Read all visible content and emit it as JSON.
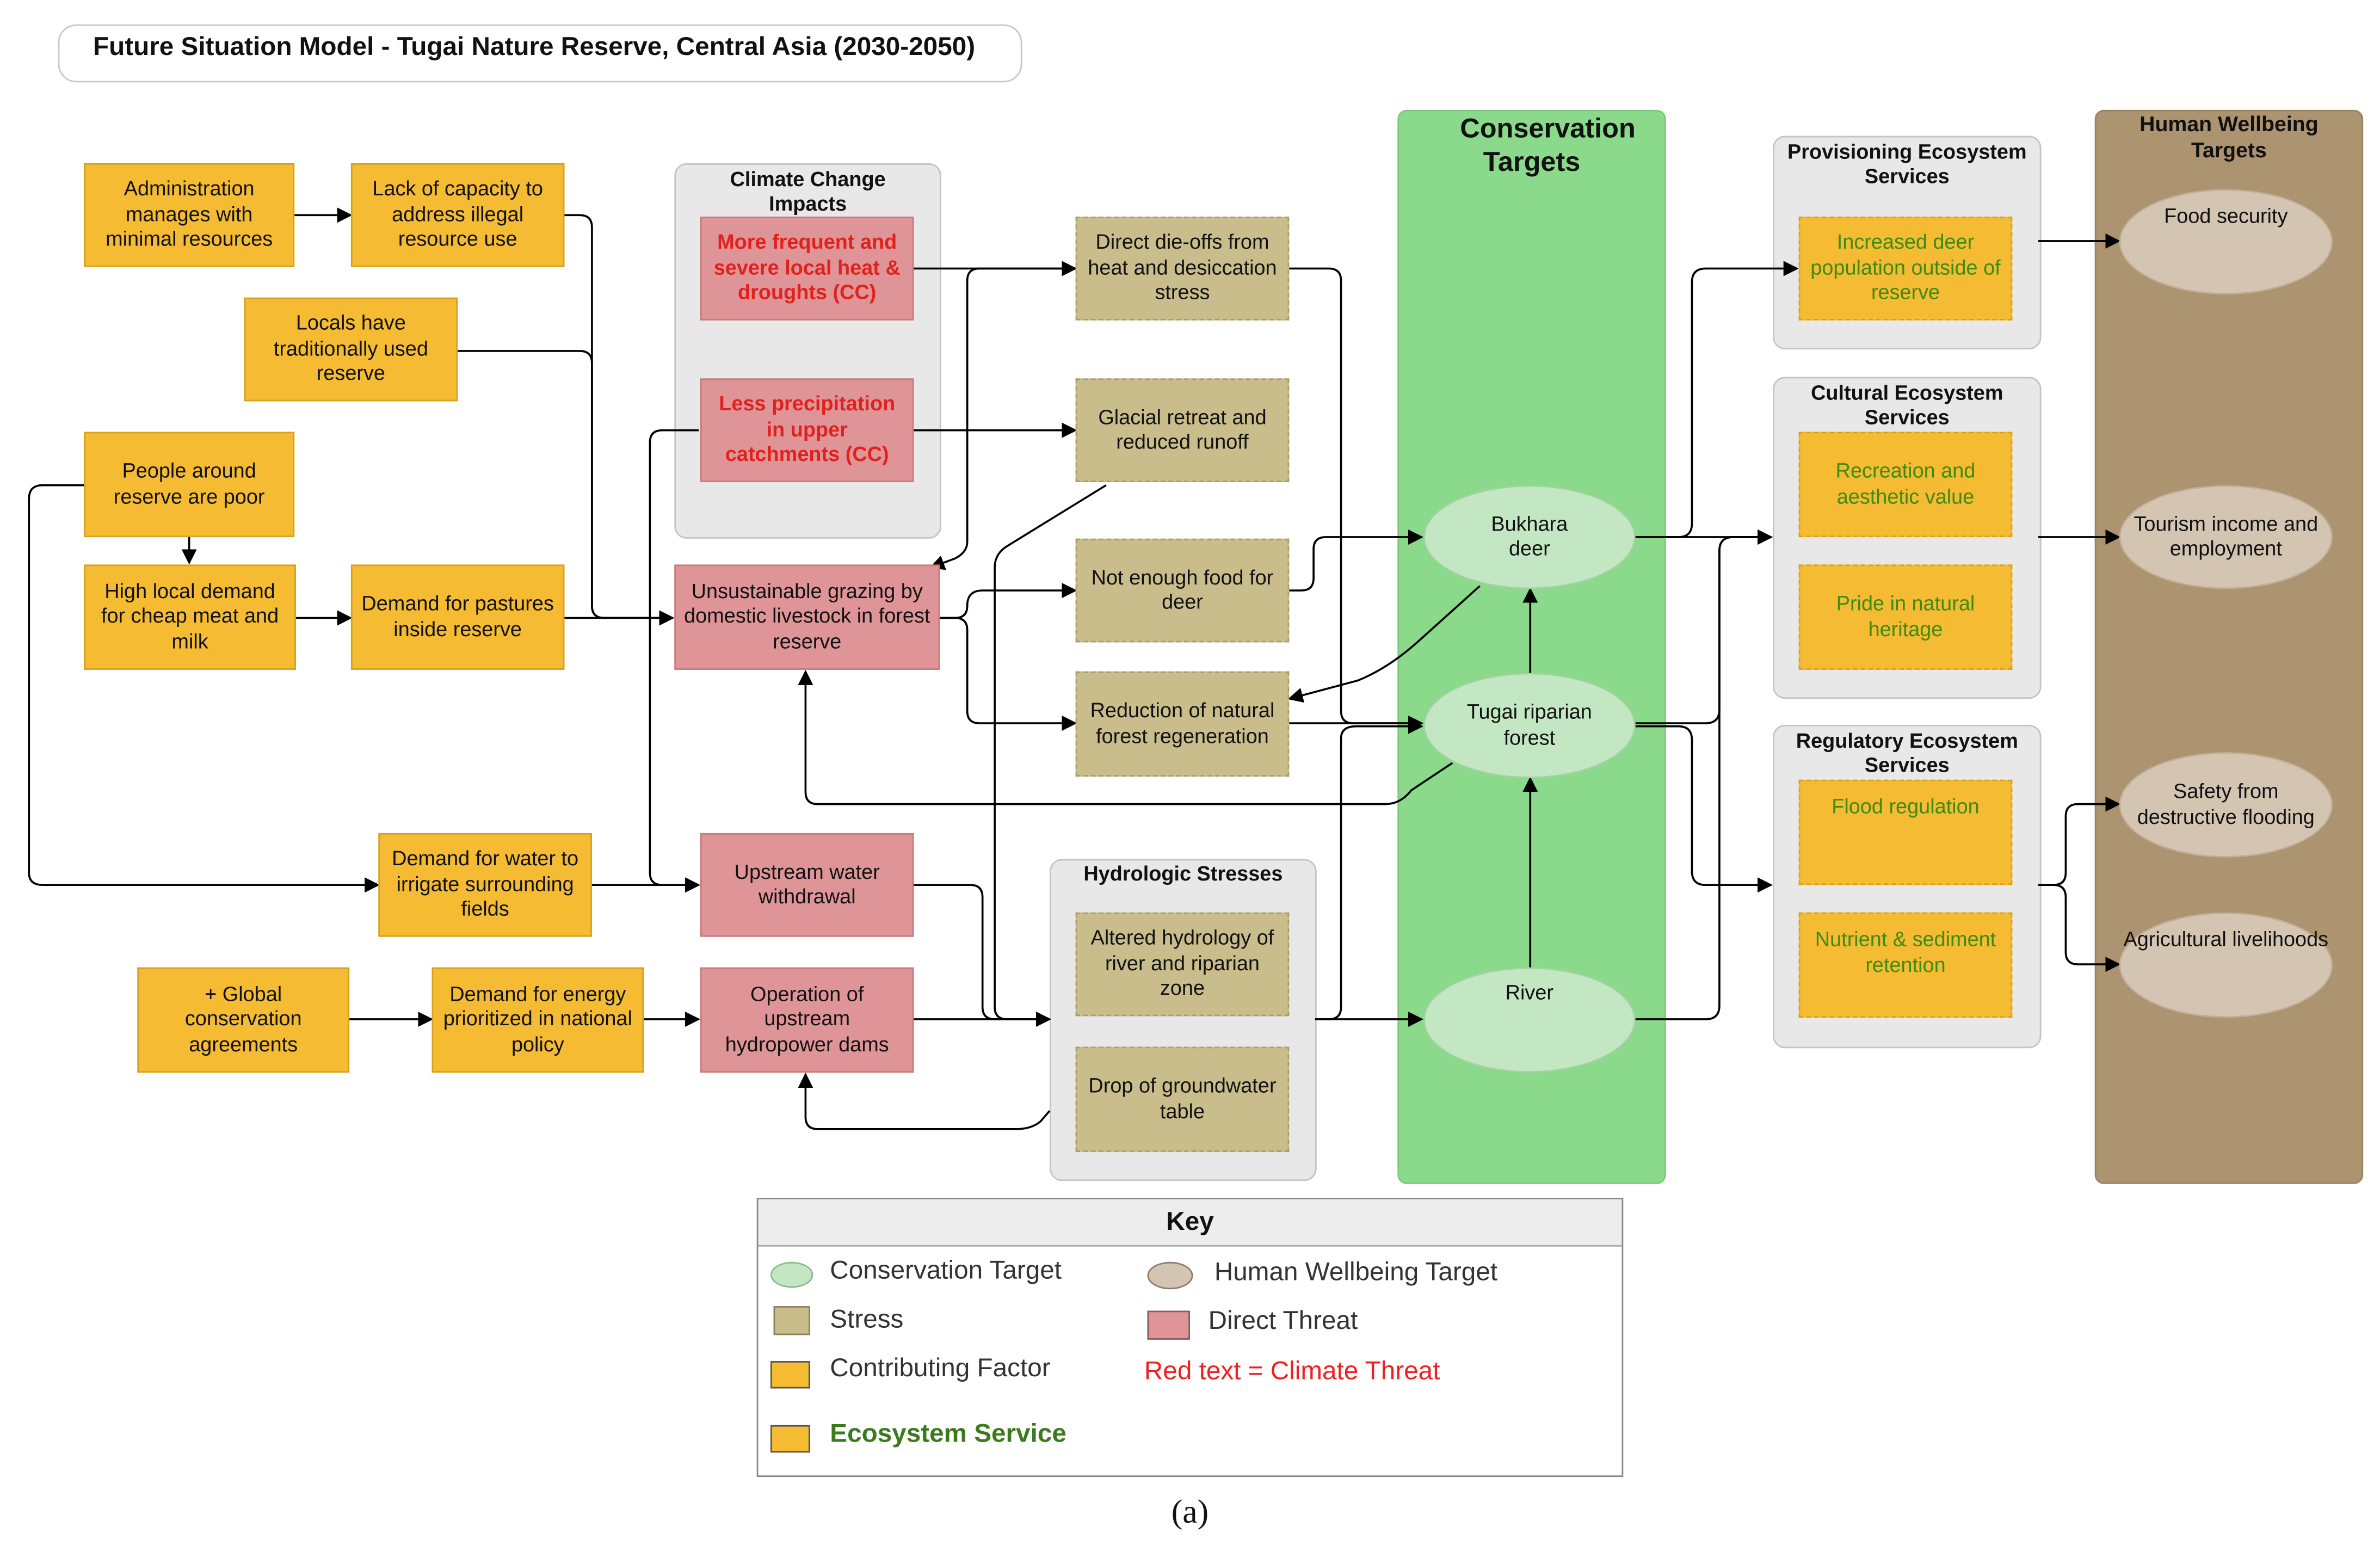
{
  "title": "Future Situation Model - Tugai Nature Reserve, Central Asia (2030-2050)",
  "groups": {
    "climate": "Climate Change Impacts",
    "hydro": "Hydrologic Stresses",
    "conservation": "Conservation Targets",
    "provisioning": "Provisioning Ecosystem Services",
    "cultural": "Cultural Ecosystem Services",
    "regulatory": "Regulatory Ecosystem Services",
    "human": "Human Wellbeing Targets"
  },
  "factors": {
    "admin": "Administration manages with minimal resources",
    "capacity": "Lack of capacity to address illegal resource use",
    "locals": "Locals have traditionally used reserve",
    "poor": "People around reserve are poor",
    "meat": "High local demand for cheap meat and milk",
    "pastures": "Demand for pastures inside reserve",
    "water_irrigate": "Demand for water to irrigate surrounding fields",
    "global": "+ Global conservation agreements",
    "energy": "Demand for energy prioritized in national policy"
  },
  "threats": {
    "heat": "More frequent and severe local heat & droughts (CC)",
    "precip": "Less precipitation in upper catchments (CC)",
    "grazing": "Unsustainable grazing by domestic livestock in forest reserve",
    "withdrawal": "Upstream water withdrawal",
    "dams": "Operation of upstream hydropower dams"
  },
  "stresses": {
    "dieoffs": "Direct die-offs from heat and desiccation stress",
    "glacial": "Glacial retreat and reduced runoff",
    "food": "Not enough food for deer",
    "regen": "Reduction of natural forest regeneration",
    "altered": "Altered hydrology of river and riparian zone",
    "groundwater": "Drop of groundwater table"
  },
  "targets": {
    "deer": "Bukhara deer",
    "forest": "Tugai riparian forest",
    "river": "River"
  },
  "services": {
    "deer_pop": "Increased deer population outside of reserve",
    "recreation": "Recreation and aesthetic value",
    "pride": "Pride in natural heritage",
    "flood": "Flood regulation",
    "nutrient": "Nutrient & sediment retention"
  },
  "wellbeing": {
    "food": "Food security",
    "tourism": "Tourism income and employment",
    "safety": "Safety from destructive flooding",
    "agri": "Agricultural livelihoods"
  },
  "key": {
    "title": "Key",
    "conservation_target": "Conservation Target",
    "stress": "Stress",
    "contributing": "Contributing Factor",
    "ecosystem": "Ecosystem Service",
    "human": "Human Wellbeing Target",
    "threat": "Direct Threat",
    "climate": "Red text = Climate Threat"
  },
  "caption": "(a)",
  "colors": {
    "contributing_factor": "#f4bb33",
    "direct_threat": "#df9598",
    "stress": "#c9bd8b",
    "conservation_column": "#8bd98b",
    "conservation_target": "#c3e7c3",
    "human_column": "#ad9471",
    "human_target": "#d4c4b2",
    "climate_text": "#e0211d",
    "ecosystem_text": "#3c8c12"
  }
}
